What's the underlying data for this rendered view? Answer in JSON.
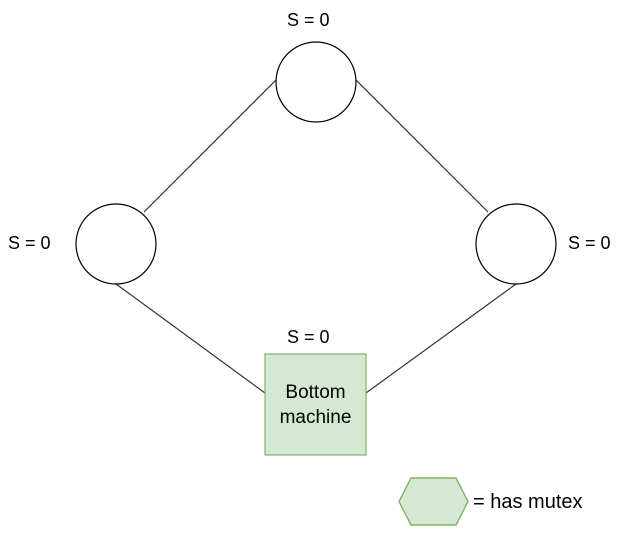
{
  "diagram": {
    "type": "ring-topology-mutex-diagram",
    "background_color": "#ffffff",
    "edge_color": "#333333",
    "mutex_fill_color": "#d5e8d4",
    "mutex_stroke_color": "#82b366",
    "node_stroke_color": "#000000",
    "node_fill_color": "#ffffff",
    "nodes": [
      {
        "id": "top",
        "shape": "circle",
        "label": "",
        "state_label": "S = 0",
        "has_mutex": false
      },
      {
        "id": "left",
        "shape": "circle",
        "label": "",
        "state_label": "S = 0",
        "has_mutex": false
      },
      {
        "id": "right",
        "shape": "circle",
        "label": "",
        "state_label": "S = 0",
        "has_mutex": false
      },
      {
        "id": "bottom",
        "shape": "rectangle",
        "label": "Bottom\nmachine",
        "state_label": "S = 0",
        "has_mutex": true
      }
    ],
    "edges": [
      {
        "from": "left",
        "to": "top"
      },
      {
        "from": "top",
        "to": "right"
      },
      {
        "from": "left",
        "to": "bottom"
      },
      {
        "from": "bottom",
        "to": "right"
      }
    ]
  },
  "legend": {
    "swatch_shape": "hexagon",
    "text": "= has mutex"
  }
}
